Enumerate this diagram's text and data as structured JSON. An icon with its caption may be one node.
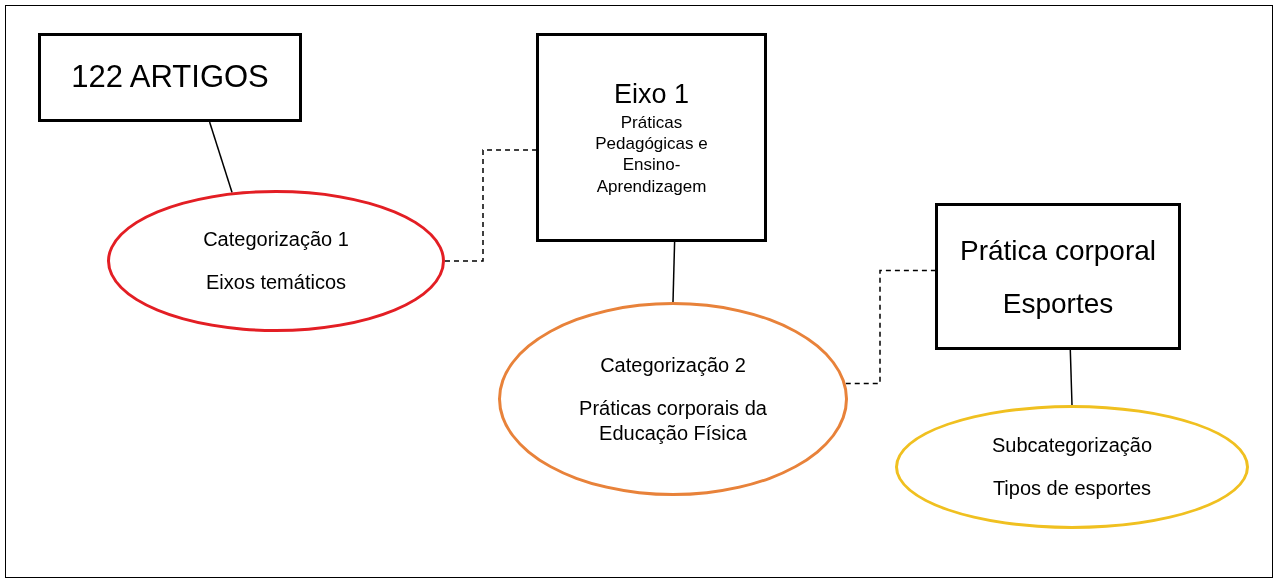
{
  "diagram": {
    "nodes": [
      {
        "text": [
          "122 ARTIGOS"
        ]
      },
      {
        "text": [
          "Categorização 1",
          "Eixos temáticos"
        ]
      },
      {
        "text": [
          "Eixo 1",
          "Práticas Pedagógicas e Ensino-Aprendizagem"
        ]
      },
      {
        "text": [
          "Categorização 2",
          "Práticas corporais da Educação Física"
        ]
      },
      {
        "text": [
          "Prática corporal",
          "Esportes"
        ]
      },
      {
        "text": [
          "Subcategorização",
          "Tipos de esportes"
        ]
      }
    ],
    "edges": [
      {
        "from": 0,
        "to": 1,
        "arrow": "none"
      },
      {
        "from": 1,
        "to": 2,
        "arrow": "none",
        "style": "dashed"
      },
      {
        "from": 2,
        "to": 3,
        "arrow": "none"
      },
      {
        "from": 3,
        "to": 4,
        "arrow": "none",
        "style": "dashed"
      },
      {
        "from": 4,
        "to": 5,
        "arrow": "none"
      }
    ]
  }
}
